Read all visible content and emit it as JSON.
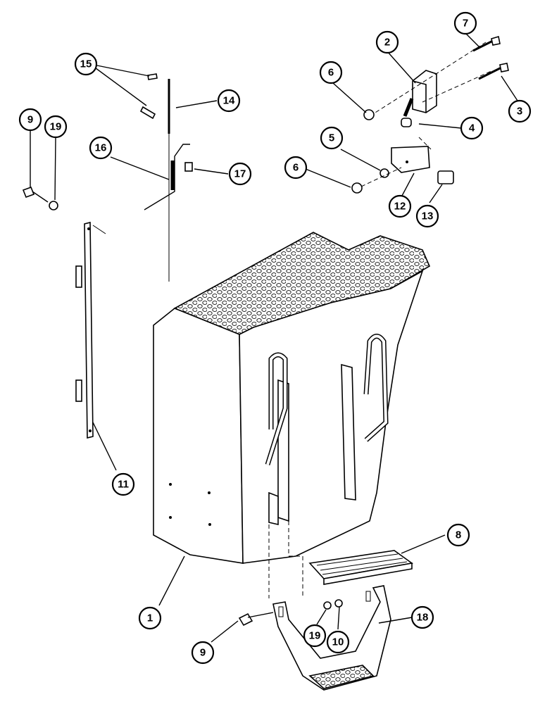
{
  "diagram": {
    "callouts": [
      {
        "id": "c1",
        "label": "1"
      },
      {
        "id": "c2",
        "label": "2"
      },
      {
        "id": "c3",
        "label": "3"
      },
      {
        "id": "c4",
        "label": "4"
      },
      {
        "id": "c5",
        "label": "5"
      },
      {
        "id": "c6a",
        "label": "6"
      },
      {
        "id": "c6b",
        "label": "6"
      },
      {
        "id": "c7",
        "label": "7"
      },
      {
        "id": "c8",
        "label": "8"
      },
      {
        "id": "c9a",
        "label": "9"
      },
      {
        "id": "c9b",
        "label": "9"
      },
      {
        "id": "c10",
        "label": "10"
      },
      {
        "id": "c11",
        "label": "11"
      },
      {
        "id": "c12",
        "label": "12"
      },
      {
        "id": "c13",
        "label": "13"
      },
      {
        "id": "c14",
        "label": "14"
      },
      {
        "id": "c15",
        "label": "15"
      },
      {
        "id": "c16",
        "label": "16"
      },
      {
        "id": "c17",
        "label": "17"
      },
      {
        "id": "c18",
        "label": "18"
      },
      {
        "id": "c19a",
        "label": "19"
      },
      {
        "id": "c19b",
        "label": "19"
      }
    ]
  }
}
